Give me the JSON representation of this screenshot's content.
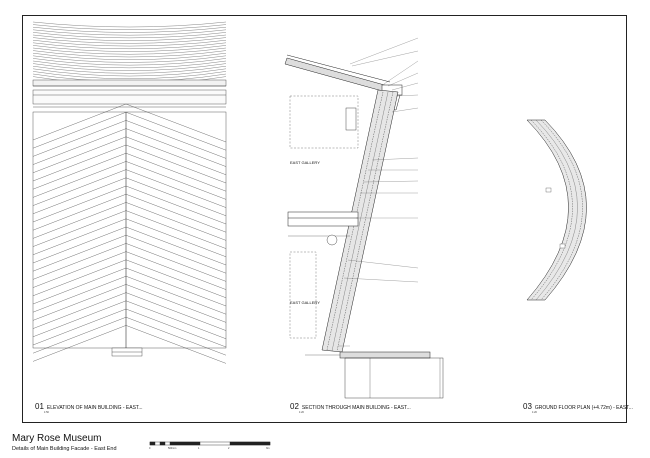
{
  "sheet": {
    "title": "Mary Rose Museum",
    "subtitle": "Details of Main Building Facade - East End"
  },
  "views": [
    {
      "number": "01",
      "caption": "ELEVATION OF MAIN BUILDING - EAST...",
      "scale": "1:50"
    },
    {
      "number": "02",
      "caption": "SECTION THROUGH MAIN BUILDING - EAST...",
      "scale": "1:20"
    },
    {
      "number": "03",
      "caption": "GROUND FLOOR PLAN (+4.72m) - EAST...",
      "scale": "1:20"
    }
  ],
  "section_labels": {
    "upper": "EAST GALLERY",
    "lower": "EAST GALLERY"
  },
  "scale_bar": {
    "ticks": [
      "0",
      "500mm",
      "1",
      "2",
      "3m"
    ]
  },
  "colors": {
    "line": "#222222",
    "fill": "#e6e6e6"
  }
}
